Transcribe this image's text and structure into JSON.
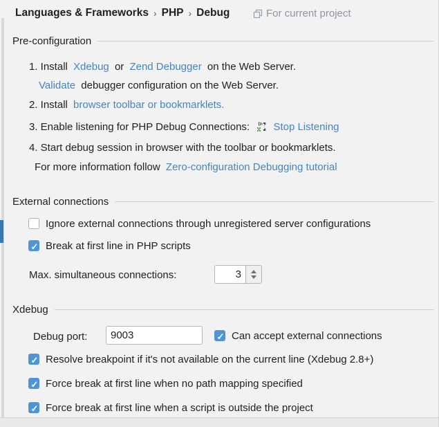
{
  "header": {
    "breadcrumb": [
      "Languages & Frameworks",
      "PHP",
      "Debug"
    ],
    "separator": "›",
    "scope_label": "For current project"
  },
  "colors": {
    "link_blue": "#4584c4",
    "checkbox_blue": "#4f94d6",
    "listen_icon_green": "#5aa65a",
    "selection_blue": "#3a76b0"
  },
  "sections": {
    "preconfig": {
      "title": "Pre-configuration",
      "step1": {
        "prefix": "1. Install",
        "link1": "Xdebug",
        "mid": "or",
        "link2": "Zend Debugger",
        "suffix": "on the Web Server."
      },
      "validate": {
        "link": "Validate",
        "suffix": "debugger configuration on the Web Server."
      },
      "step2": {
        "prefix": "2. Install",
        "link": "browser toolbar or bookmarklets."
      },
      "step3": {
        "prefix": "3. Enable listening for PHP Debug Connections:",
        "link": "Stop Listening"
      },
      "step4": "4. Start debug session in browser with the toolbar or bookmarklets.",
      "more_info": {
        "prefix": "For more information follow",
        "link": "Zero-configuration Debugging tutorial"
      }
    },
    "external": {
      "title": "External connections",
      "ignore_label": "Ignore external connections through unregistered server configurations",
      "break_first_label": "Break at first line in PHP scripts",
      "max_conn_label": "Max. simultaneous connections:",
      "max_conn_value": "3"
    },
    "xdebug": {
      "title": "Xdebug",
      "port_label": "Debug port:",
      "port_value": "9003",
      "accept_external_label": "Can accept external connections",
      "resolve_label": "Resolve breakpoint if it's not available on the current line (Xdebug 2.8+)",
      "force_no_mapping_label": "Force break at first line when no path mapping specified",
      "force_outside_label": "Force break at first line when a script is outside the project"
    }
  },
  "checkbox_states": {
    "ignore_external": false,
    "break_first_line": true,
    "accept_external": true,
    "resolve_breakpoint": true,
    "force_no_mapping": true,
    "force_outside_project": true
  }
}
